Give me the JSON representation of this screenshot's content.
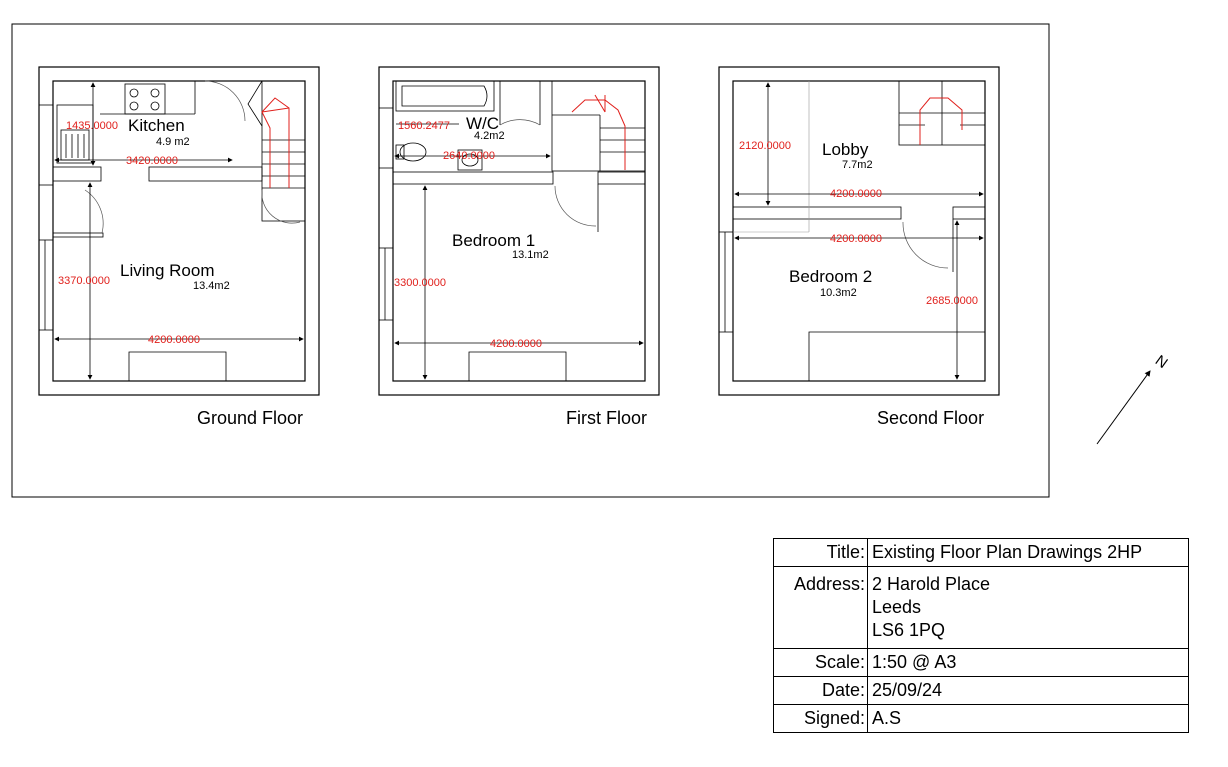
{
  "floors": [
    {
      "name": "Ground Floor",
      "rooms": [
        {
          "name": "Kitchen",
          "area": "4.9 m2"
        },
        {
          "name": "Living Room",
          "area": "13.4m2"
        }
      ],
      "dimensions": [
        "1435.0000",
        "3420.0000",
        "3370.0000",
        "4200.0000"
      ]
    },
    {
      "name": "First Floor",
      "rooms": [
        {
          "name": "W/C",
          "area": "4.2m2"
        },
        {
          "name": "Bedroom 1",
          "area": "13.1m2"
        }
      ],
      "dimensions": [
        "1560.2477",
        "2640.0000",
        "3300.0000",
        "4200.0000"
      ]
    },
    {
      "name": "Second Floor",
      "rooms": [
        {
          "name": "Lobby",
          "area": "7.7m2"
        },
        {
          "name": "Bedroom 2",
          "area": "10.3m2"
        }
      ],
      "dimensions": [
        "2120.0000",
        "4200.0000",
        "4200.0000",
        "2685.0000"
      ]
    }
  ],
  "north_label": "N",
  "title_block": {
    "title_label": "Title:",
    "title": "Existing Floor Plan Drawings 2HP",
    "address_label": "Address:",
    "address_lines": [
      "2 Harold Place",
      "Leeds",
      "LS6 1PQ"
    ],
    "scale_label": "Scale:",
    "scale": "1:50 @ A3",
    "date_label": "Date:",
    "date": "25/09/24",
    "signed_label": "Signed:",
    "signed": "A.S"
  }
}
